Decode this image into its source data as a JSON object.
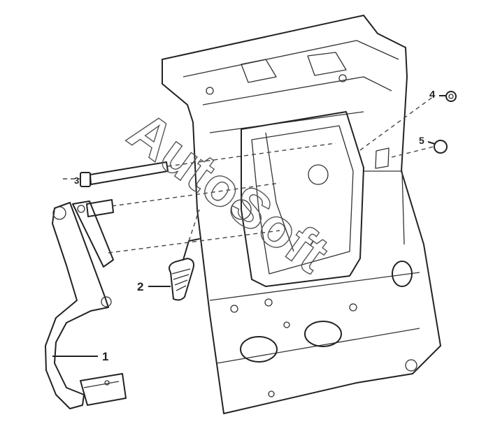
{
  "callouts": [
    {
      "id": "1",
      "label": "1"
    },
    {
      "id": "2",
      "label": "2"
    },
    {
      "id": "3",
      "label": "3"
    },
    {
      "id": "4",
      "label": "4"
    },
    {
      "id": "5",
      "label": "5"
    }
  ],
  "watermark": "AutoSoft"
}
